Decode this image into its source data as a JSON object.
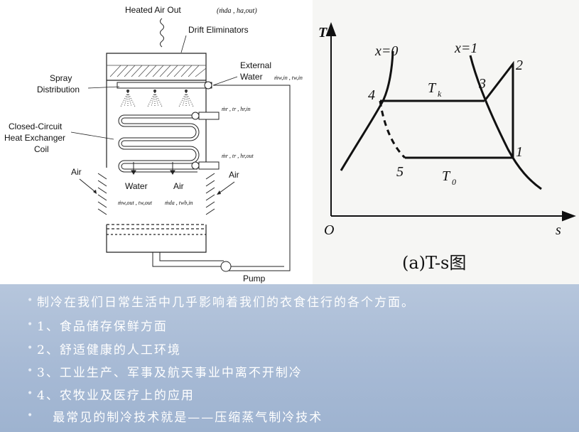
{
  "cooling_tower": {
    "heated_air_out": "Heated Air Out",
    "heated_air_out_vars": "(ṁda , ha,out)",
    "drift_eliminators": "Drift Eliminators",
    "spray_distribution_1": "Spray",
    "spray_distribution_2": "Distribution",
    "external_water_1": "External",
    "external_water_2": "Water",
    "external_water_vars": "ṁw,in , tw,in",
    "coil_1": "Closed-Circuit",
    "coil_2": "Heat Exchanger",
    "coil_3": "Coil",
    "refrigerant_in_vars": "ṁr , tr , hr,in",
    "refrigerant_out_vars": "ṁr , tr , hr,out",
    "air_left": "Air",
    "air_right": "Air",
    "water_label": "Water",
    "air_label": "Air",
    "water_out_vars": "ṁw,out , tw,out",
    "air_in_vars": "ṁda , twb,in",
    "pump": "Pump"
  },
  "ts_diagram": {
    "t_axis": "T",
    "s_axis": "s",
    "origin": "O",
    "x0": "x=0",
    "x1": "x=1",
    "tk": "T",
    "tk_sub": "k",
    "t0": "T",
    "t0_sub": "0",
    "p1": "1",
    "p2": "2",
    "p3": "3",
    "p4": "4",
    "p5": "5",
    "caption": "(a)T-s图"
  },
  "bullets": [
    "制冷在我们日常生活中几乎影响着我们的衣食住行的各个方面。",
    "1、食品储存保鲜方面",
    "2、舒适健康的人工环境",
    "3、工业生产、军事及航天事业中离不开制冷",
    "4、农牧业及医疗上的应用",
    "   最常见的制冷技术就是——压缩蒸气制冷技术"
  ]
}
